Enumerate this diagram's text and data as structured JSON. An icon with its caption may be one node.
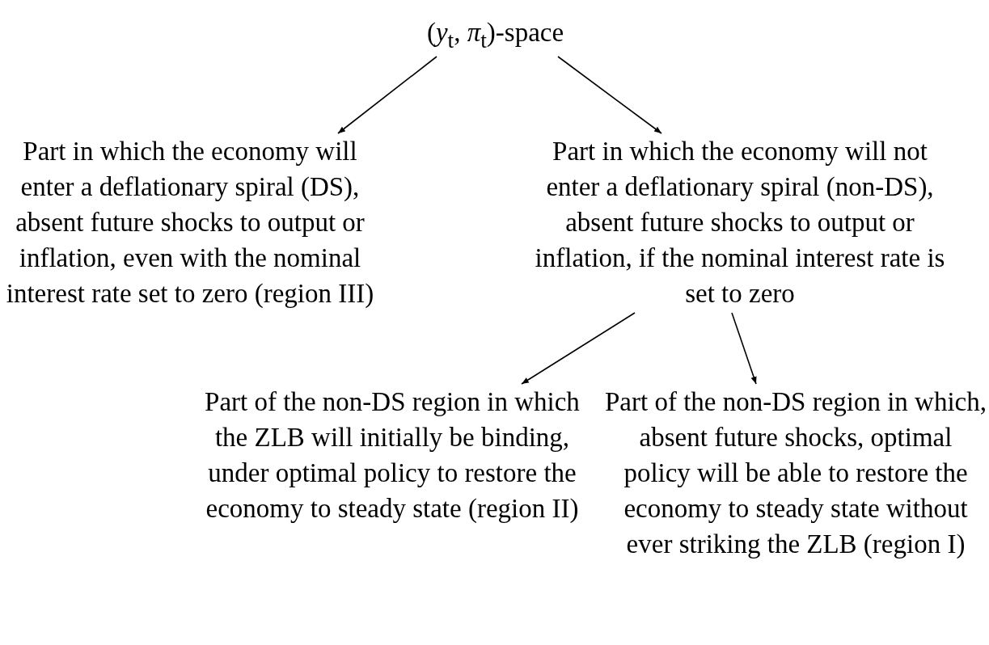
{
  "diagram": {
    "nodes": [
      {
        "text": [
          "(*y*$_{t}$, *π*$_{t}$)-space"
        ]
      },
      {
        "text": [
          "Part in which the economy will enter a deflationary spiral (DS), absent future shocks to output or inflation, even with the nominal interest rate set to zero (region III)"
        ]
      },
      {
        "text": [
          "Part in which the economy will not enter a deflationary spiral (non-DS), absent future shocks to output or inflation, if the nominal interest rate is set to zero"
        ]
      },
      {
        "text": [
          "Part of the non-DS region in which the ZLB will initially be binding, under optimal policy to restore the economy to steady state (region II)"
        ]
      },
      {
        "text": [
          "Part of the non-DS region in which, absent future shocks, optimal policy will be able to restore the economy to steady state without ever striking the ZLB (region I)"
        ]
      }
    ],
    "edges": [
      {
        "from": 0,
        "to": 1,
        "arrow": "to"
      },
      {
        "from": 0,
        "to": 2,
        "arrow": "to"
      },
      {
        "from": 2,
        "to": 3,
        "arrow": "to"
      },
      {
        "from": 2,
        "to": 4,
        "arrow": "to"
      }
    ]
  }
}
